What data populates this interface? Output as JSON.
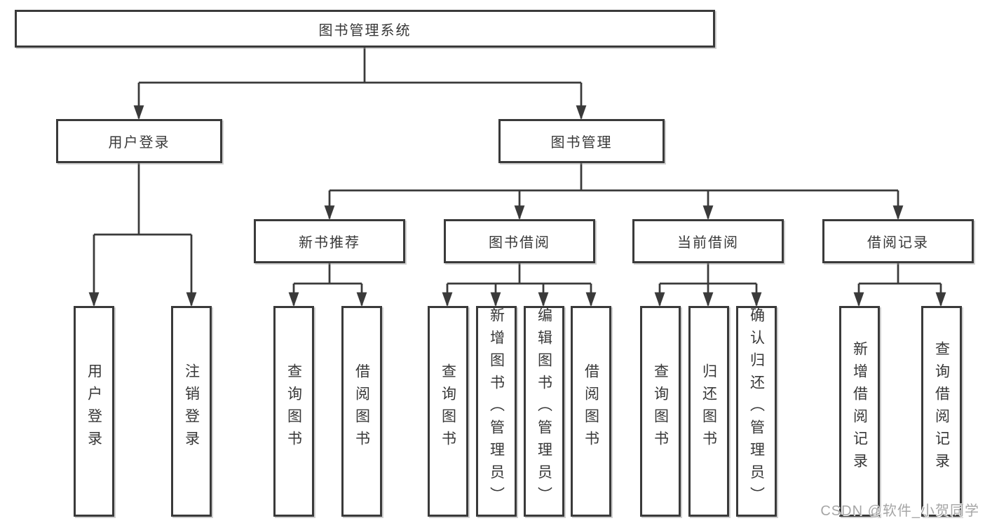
{
  "tree": {
    "label": "图书管理系统",
    "children": [
      {
        "label": "用户登录",
        "children": [
          {
            "label": "用户登录"
          },
          {
            "label": "注销登录"
          }
        ]
      },
      {
        "label": "图书管理",
        "children": [
          {
            "label": "新书推荐",
            "children": [
              {
                "label": "查询图书"
              },
              {
                "label": "借阅图书"
              }
            ]
          },
          {
            "label": "图书借阅",
            "children": [
              {
                "label": "查询图书"
              },
              {
                "label": "新增图书（管理员）"
              },
              {
                "label": "编辑图书（管理员）"
              },
              {
                "label": "借阅图书"
              }
            ]
          },
          {
            "label": "当前借阅",
            "children": [
              {
                "label": "查询图书"
              },
              {
                "label": "归还图书"
              },
              {
                "label": "确认归还（管理员）"
              }
            ]
          },
          {
            "label": "借阅记录",
            "children": [
              {
                "label": "新增借阅记录"
              },
              {
                "label": "查询借阅记录"
              }
            ]
          }
        ]
      }
    ]
  },
  "watermark": {
    "text": "CSDN @软件_小贺同学"
  },
  "colors": {
    "line": "#3a3a3a",
    "text": "#383838",
    "wm": "#a6a6a6",
    "bg": "#ffffff"
  }
}
